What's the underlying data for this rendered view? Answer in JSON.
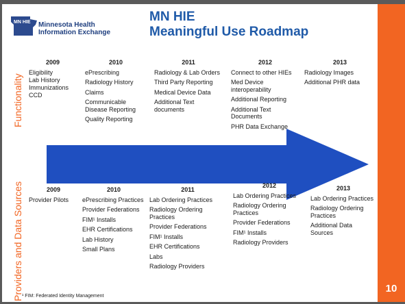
{
  "title": {
    "line1": "MN HIE",
    "line2": "Meaningful Use Roadmap"
  },
  "logo": {
    "badge": "MN HIE",
    "line1": "Minnesota Health",
    "line2": "Information Exchange"
  },
  "side_labels": {
    "top": "Functionality",
    "bottom": "Providers and Data Sources"
  },
  "functionality": [
    {
      "year": "2009",
      "items": [
        "Eligibility",
        "Lab History",
        "Immunizations",
        "CCD"
      ]
    },
    {
      "year": "2010",
      "items": [
        "ePrescribing",
        "Radiology History",
        "Claims",
        "Communicable Disease Reporting",
        "Quality Reporting"
      ]
    },
    {
      "year": "2011",
      "items": [
        "Radiology & Lab Orders",
        "Third Party Reporting",
        "Medical Device Data",
        "Additional Text documents"
      ]
    },
    {
      "year": "2012",
      "items": [
        "Connect to other HIEs",
        "Med Device interoperability",
        "Additional Reporting",
        "Additional Text Documents",
        "PHR Data Exchange"
      ]
    },
    {
      "year": "2013",
      "items": [
        "Radiology Images",
        "Additional PHR data"
      ]
    }
  ],
  "providers": [
    {
      "year": "2009",
      "items": [
        "Provider Pilots"
      ]
    },
    {
      "year": "2010",
      "items": [
        "ePrescribing Practices",
        "Provider Federations",
        "FIM¹ Installs",
        "EHR Certifications",
        "Lab History",
        "Small Plans"
      ]
    },
    {
      "year": "2011",
      "items": [
        "Lab Ordering Practices",
        "Radiology Ordering Practices",
        "Provider Federations",
        "FIM¹ Installs",
        "EHR Certifications",
        "Labs",
        "Radiology Providers"
      ]
    },
    {
      "year": "2012",
      "items": [
        "Lab Ordering Practices",
        "Radiology Ordering Practices",
        "Provider Federations",
        "FIM¹ Installs",
        "Radiology Providers"
      ]
    },
    {
      "year": "2013",
      "items": [
        "Lab Ordering Practices",
        "Radiology Ordering Practices",
        "Additional Data Sources"
      ]
    }
  ],
  "footnote": "¹ FIM:  Federated Identity Management",
  "slide_number": "10",
  "colors": {
    "accent": "#f26522",
    "title": "#1f5aa8",
    "arrow": "#1f4fc0"
  }
}
